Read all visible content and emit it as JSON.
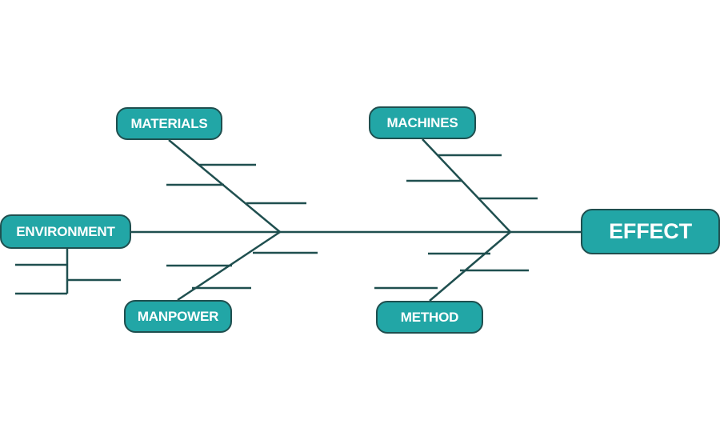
{
  "colors": {
    "node_fill": "#22a6a6",
    "node_border": "#1f4f4f",
    "line": "#1f4f4f",
    "label_text": "#ffffff"
  },
  "diagram": {
    "type": "fishbone",
    "effect": "EFFECT",
    "causes": {
      "materials": "MATERIALS",
      "machines": "MACHINES",
      "environment": "ENVIRONMENT",
      "manpower": "MANPOWER",
      "method": "METHOD"
    }
  }
}
